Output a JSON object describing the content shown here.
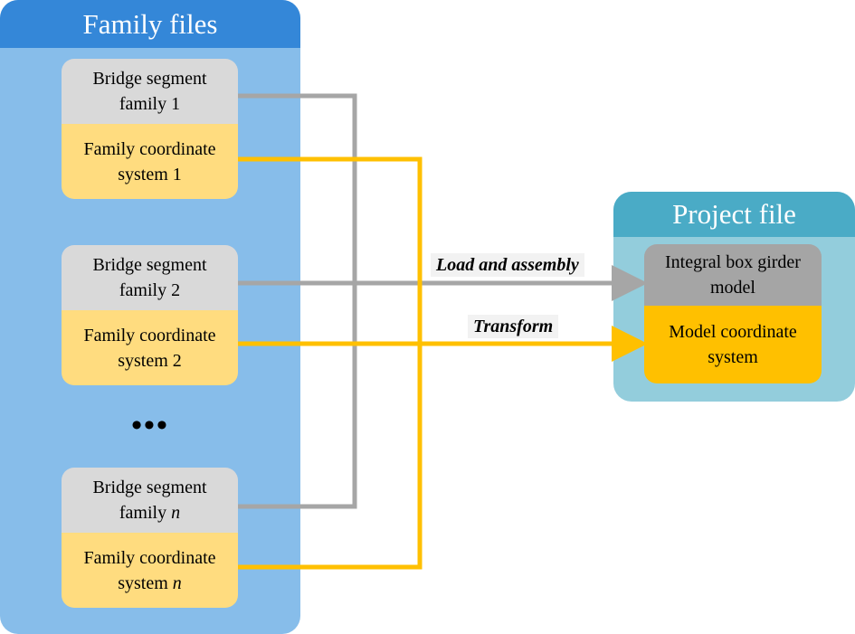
{
  "family_panel": {
    "title": "Family files",
    "cards": [
      {
        "segment_line1": "Bridge segment",
        "segment_line2_prefix": "family ",
        "segment_index": "1",
        "coord_line1": "Family coordinate",
        "coord_line2_prefix": "system ",
        "coord_index": "1"
      },
      {
        "segment_line1": "Bridge segment",
        "segment_line2_prefix": "family ",
        "segment_index": "2",
        "coord_line1": "Family coordinate",
        "coord_line2_prefix": "system ",
        "coord_index": "2"
      },
      {
        "segment_line1": "Bridge segment",
        "segment_line2_prefix": "family ",
        "segment_index": "n",
        "coord_line1": "Family coordinate",
        "coord_line2_prefix": "system ",
        "coord_index": "n"
      }
    ],
    "ellipsis": "•••"
  },
  "project_panel": {
    "title": "Project file",
    "model_line1": "Integral box girder",
    "model_line2": "model",
    "coord_line1": "Model coordinate",
    "coord_line2": "system"
  },
  "arrows": {
    "load_label": "Load and assembly",
    "transform_label": "Transform"
  },
  "colors": {
    "family_panel_bg": "#87bdea",
    "family_panel_header": "#3487d8",
    "project_panel_bg": "#93cddc",
    "project_panel_header": "#4aabc6",
    "segment_box": "#d9d9d9",
    "family_coord_box": "#ffdc7f",
    "model_box": "#a5a5a5",
    "model_coord_box": "#ffc000",
    "gray_connector": "#a6a6a6",
    "yellow_connector": "#ffc000"
  }
}
